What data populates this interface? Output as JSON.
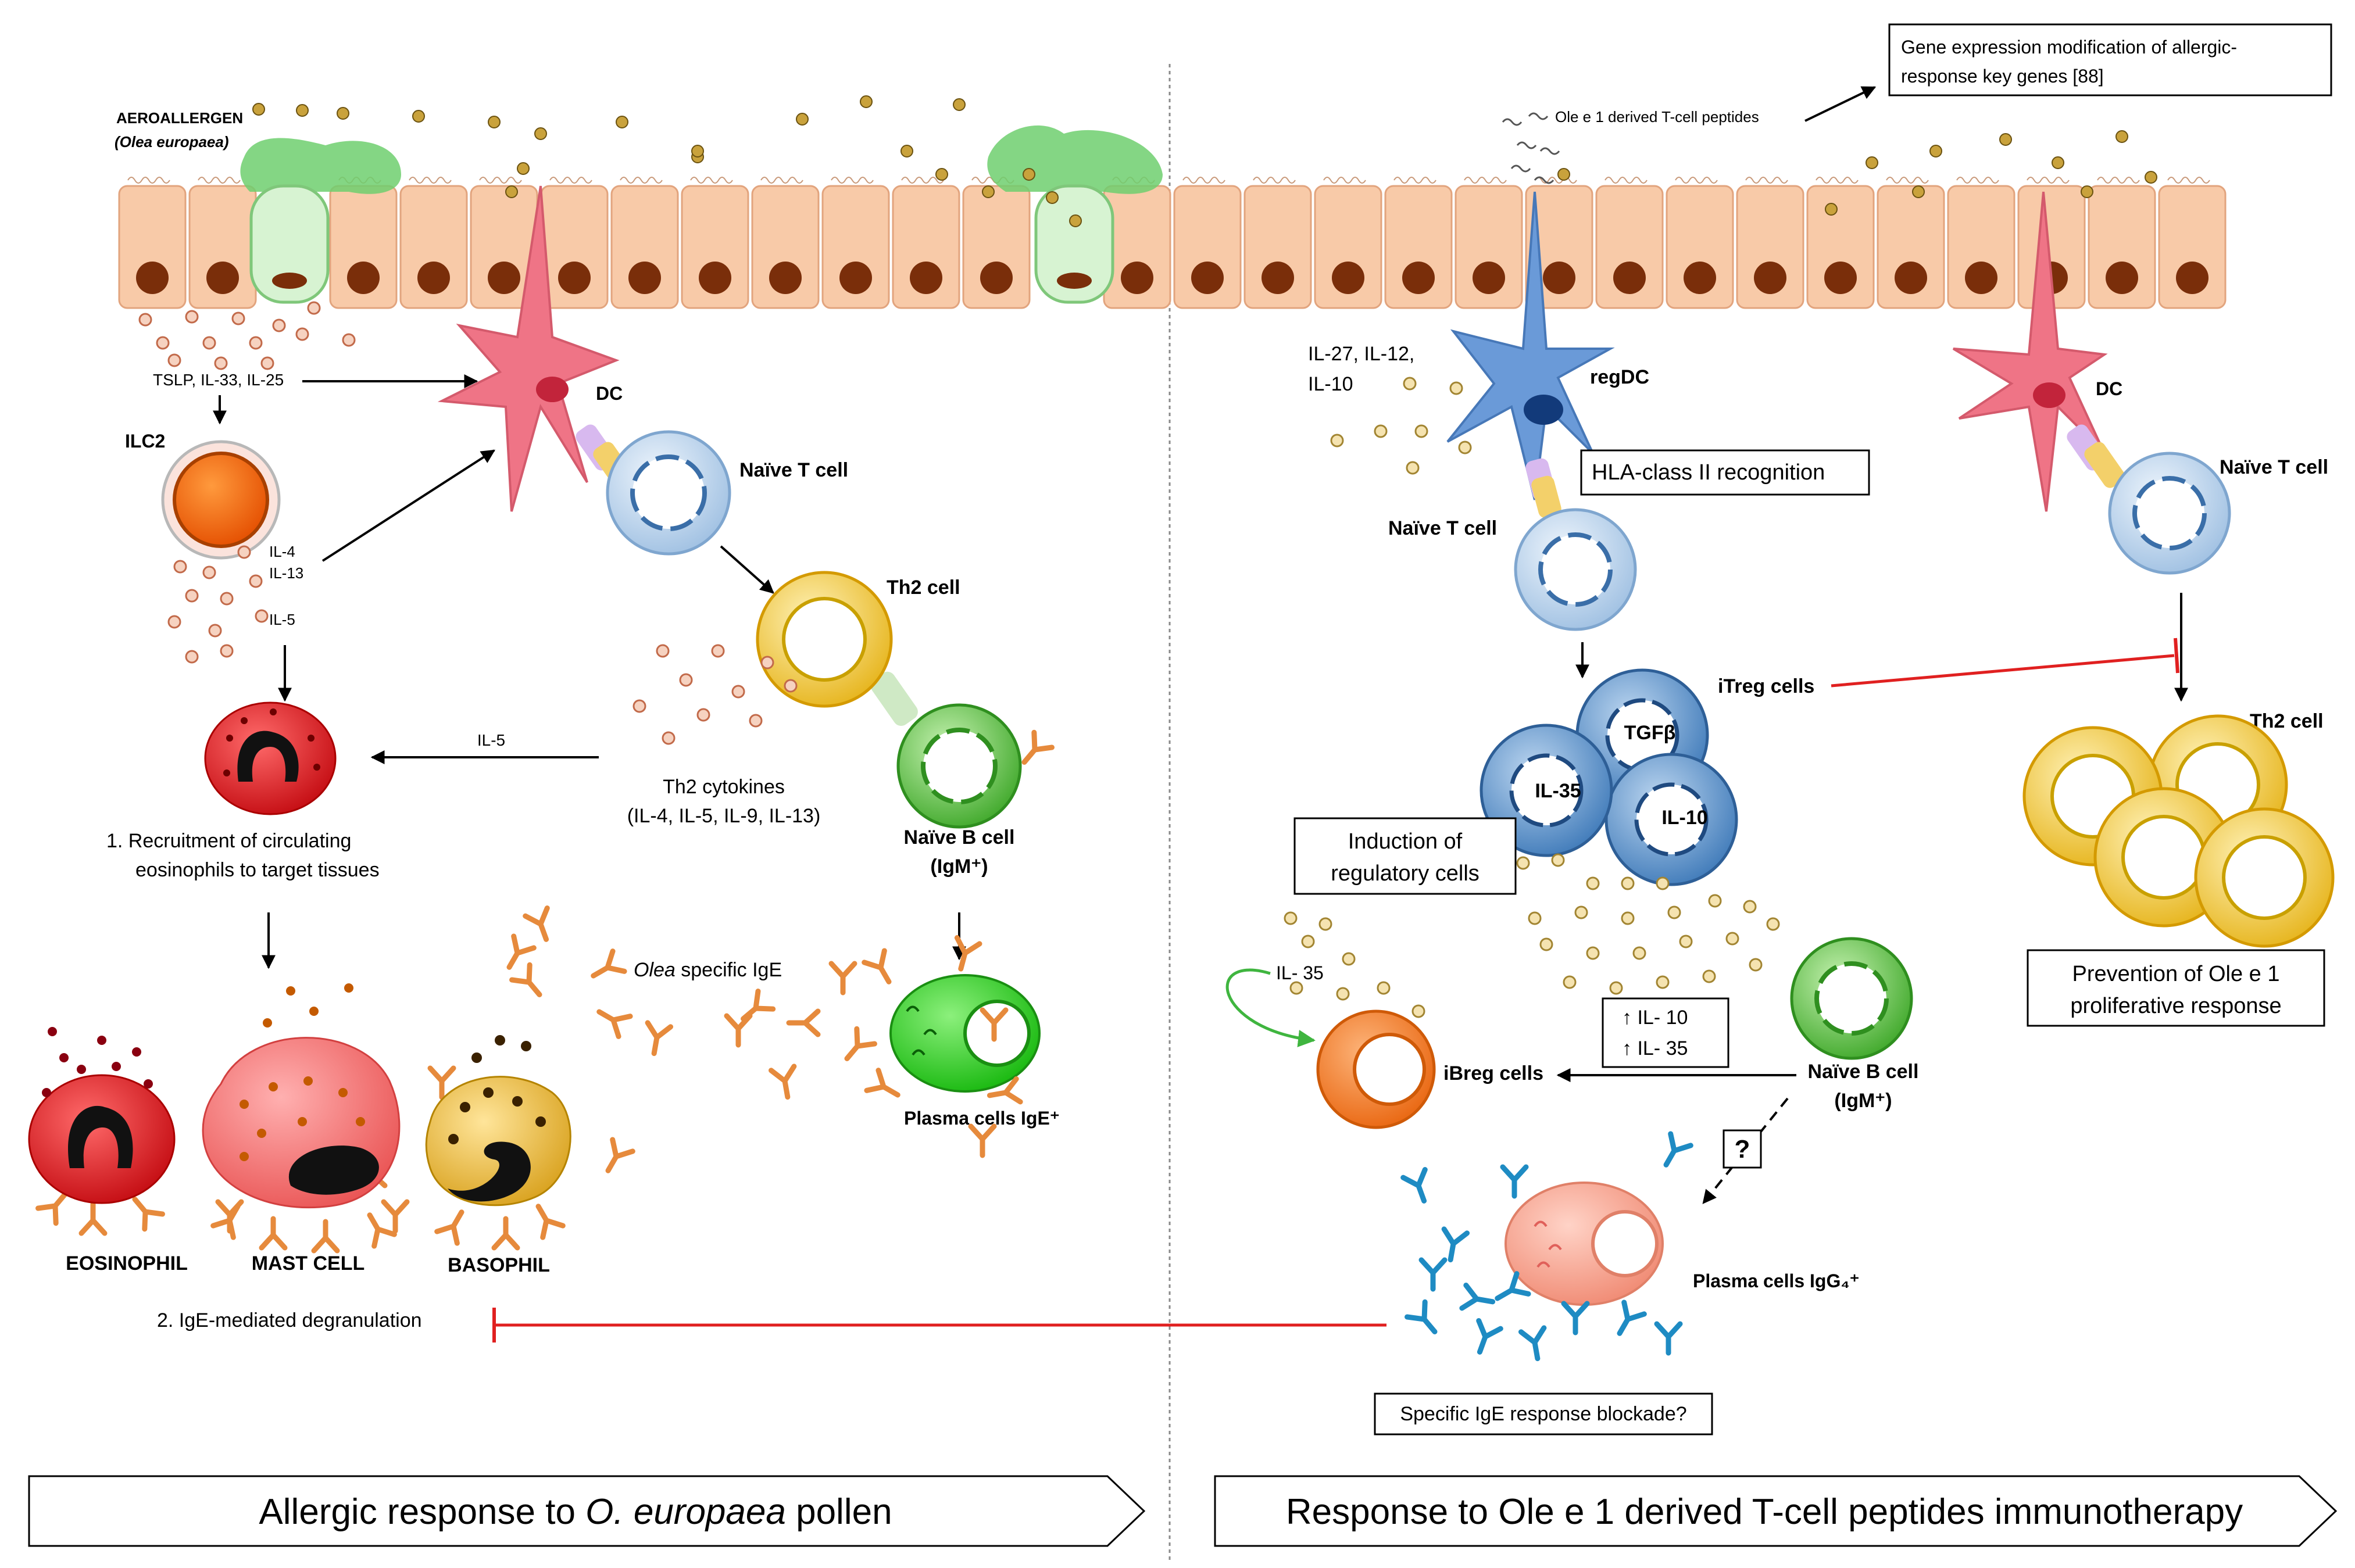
{
  "left_panel": {
    "aeroallergen_label": "AEROALLERGEN",
    "aeroallergen_species": "(Olea europaea)",
    "tslp_label": "TSLP, IL-33, IL-25",
    "ilc2_label": "ILC2",
    "dc_label": "DC",
    "naive_t_label": "Naïve T cell",
    "il4_label": "IL-4",
    "il13_label": "IL-13",
    "il5_label": "IL-5",
    "il5_arrow_label": "IL-5",
    "th2_label": "Th2 cell",
    "th2_cytokines_line1": "Th2 cytokines",
    "th2_cytokines_line2": "(IL-4, IL-5, IL-9, IL-13)",
    "naive_b_label_line1": "Naïve B cell",
    "naive_b_label_line2": "(IgM⁺)",
    "recruit_line1": "1.   Recruitment of circulating",
    "recruit_line2": "eosinophils to target tissues",
    "olea_ige_italic": "Olea",
    "olea_ige_rest": " specific IgE",
    "plasma_ige_label": "Plasma cells IgE⁺",
    "eosinophil_label": "EOSINOPHIL",
    "mast_label": "MAST CELL",
    "basophil_label": "BASOPHIL",
    "degran_label": "2.   IgE-mediated degranulation"
  },
  "right_panel": {
    "gene_box_line1": "Gene expression modification of allergic-",
    "gene_box_line2": "response key genes [88]",
    "peptides_label": "Ole e 1 derived T-cell peptides",
    "il27_line1": "IL-27, IL-12,",
    "il27_line2": "IL-10",
    "regdc_label": "regDC",
    "hla_label": "HLA-class II recognition",
    "naive_t_label": "Naïve T cell",
    "dc_label": "DC",
    "naive_t2_label": "Naïve T cell",
    "itreg_label": "iTreg cells",
    "tgfb_label": "TGFβ",
    "il35_label": "IL-35",
    "il10_label": "IL-10",
    "th2_label": "Th2 cell",
    "induction_line1": "Induction of",
    "induction_line2": "regulatory cells",
    "il35_loop_label": "IL- 35",
    "up_il10": "↑ IL- 10",
    "up_il35": "↑ IL- 35",
    "ibreg_label": "iBreg cells",
    "naive_b_line1": "Naïve B cell",
    "naive_b_line2": "(IgM⁺)",
    "question_mark": "?",
    "prevention_line1": "Prevention of Ole e 1",
    "prevention_line2": "proliferative response",
    "plasma_igg4_label": "Plasma cells IgG₄⁺",
    "blockade_label": "Specific IgE response blockade?"
  },
  "banners": {
    "left_prefix": "Allergic response to ",
    "left_italic": "O. europaea",
    "left_suffix": " pollen",
    "right": "Response to Ole e 1 derived T-cell peptides immunotherapy"
  },
  "colors": {
    "epithelium": "#f7c9a8",
    "nucleus": "#7a2e0a",
    "dc_pink": "#ee6f7f",
    "regdc_blue": "#5b8fd1",
    "naive_t": "#c9dff3",
    "th2_yellow": "#f5cc35",
    "naive_b_green": "#5cc43c",
    "plasma_green": "#2fcf1e",
    "itreg_blue": "#4d8ac7",
    "ibreg_orange": "#f07a22",
    "ilc2_orange": "#f25c05",
    "eosinophil_red": "#e0161e",
    "mast_red": "#f26e6e",
    "basophil_yellow": "#e9b832",
    "igg4_plasma": "#f6a795",
    "antibody_orange": "#e68a3c",
    "antibody_blue": "#1e8bc3",
    "inhibit_red": "#e02020",
    "loop_green": "#3fb53f"
  }
}
